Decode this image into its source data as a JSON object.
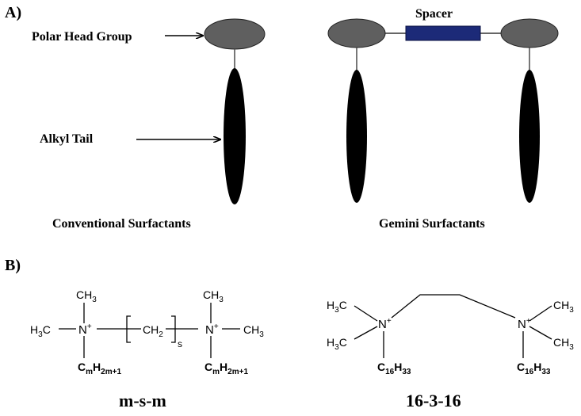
{
  "panel_a": {
    "label": "A)",
    "polar_head_group": "Polar Head Group",
    "alkyl_tail": "Alkyl Tail",
    "spacer": "Spacer",
    "conventional_caption": "Conventional Surfactants",
    "gemini_caption": "Gemini Surfactants"
  },
  "panel_b": {
    "label": "B)",
    "msm": {
      "ch3": "CH",
      "three": "3",
      "h3c_h": "H",
      "n": "N",
      "plus": "+",
      "ch2": "CH",
      "two": "2",
      "s": "s",
      "c": "C",
      "m": "m",
      "h": "H",
      "h_sub": "2m+1",
      "caption": "m-s-m"
    },
    "gemini_1631": {
      "h": "H",
      "three": "3",
      "c": "C",
      "n": "N",
      "plus": "+",
      "ch": "CH",
      "c16": "16",
      "h33": "33",
      "caption": "16-3-16"
    }
  },
  "colors": {
    "head_fill": "#5f5f5f",
    "tail_fill": "#000000",
    "spacer_fill": "#1c2a78",
    "line": "#000000"
  }
}
